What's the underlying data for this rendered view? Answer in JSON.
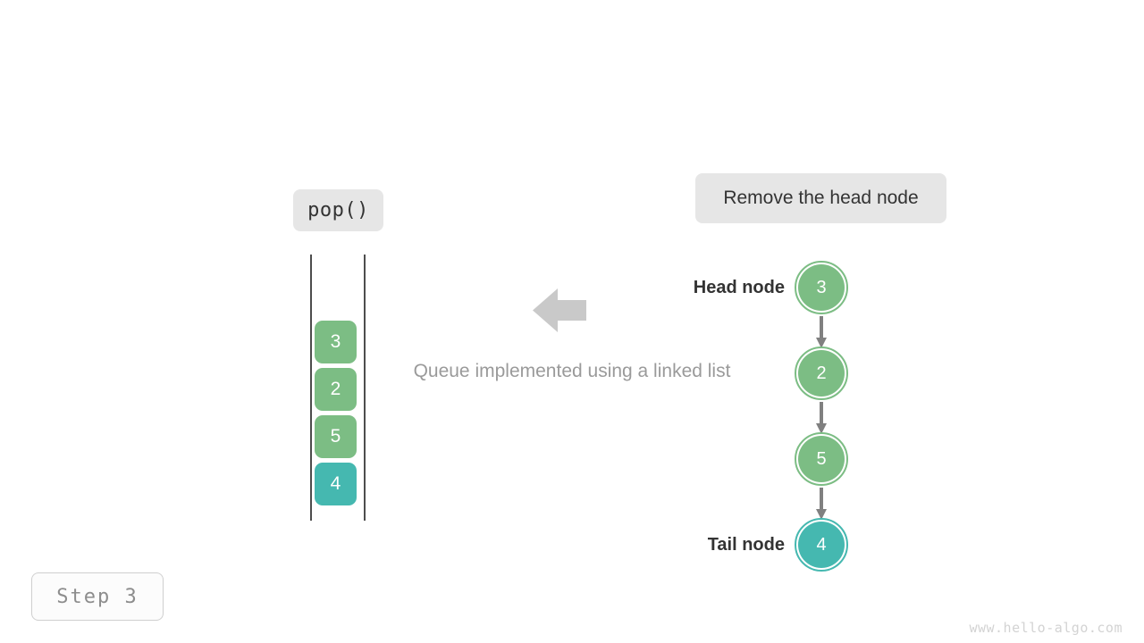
{
  "colors": {
    "green": "#7cbd84",
    "teal": "#45b8b0",
    "arrow_gray": "#c9c9c9",
    "connector_gray": "#808080",
    "caption_bg": "#e6e6e6",
    "subtitle_gray": "#9a9a9a",
    "watermark_gray": "#d3d3d3",
    "rail_gray": "#4d4d4d"
  },
  "operation": {
    "label": "pop()"
  },
  "action": {
    "label": "Remove the head node"
  },
  "subtitle": {
    "text": "Queue implemented using a linked list"
  },
  "step": {
    "label": "Step 3"
  },
  "watermark": {
    "text": "www.hello-algo.com"
  },
  "queue": {
    "cells": [
      {
        "value": "3",
        "color": "#7cbd84"
      },
      {
        "value": "2",
        "color": "#7cbd84"
      },
      {
        "value": "5",
        "color": "#7cbd84"
      },
      {
        "value": "4",
        "color": "#45b8b0"
      }
    ]
  },
  "linked_list": {
    "head_tag": "Head node",
    "tail_tag": "Tail node",
    "nodes": [
      {
        "value": "3",
        "color": "#7cbd84"
      },
      {
        "value": "2",
        "color": "#7cbd84"
      },
      {
        "value": "5",
        "color": "#7cbd84"
      },
      {
        "value": "4",
        "color": "#45b8b0"
      }
    ]
  },
  "icons": {
    "transfer_arrow": "arrow-left-icon",
    "connector": "arrow-down-icon"
  }
}
